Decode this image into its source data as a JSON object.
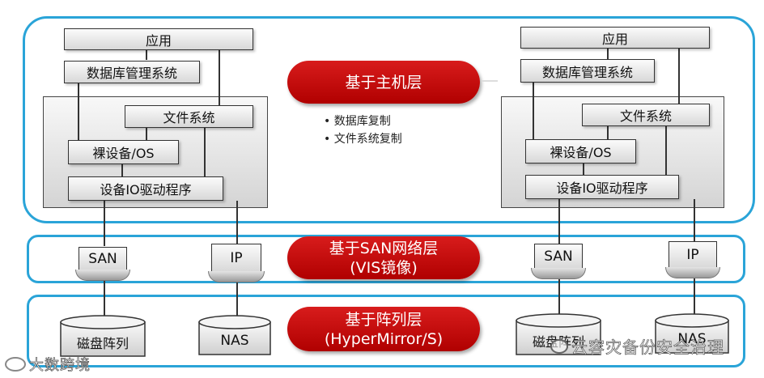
{
  "layers": {
    "host": {
      "label": "基于主机层"
    },
    "san": {
      "label_line1": "基于SAN网络层",
      "label_line2": "(VIS镜像)"
    },
    "array": {
      "label_line1": "基于阵列层",
      "label_line2": "(HyperMirror/S)"
    }
  },
  "host_bullets": [
    "数据库复制",
    "文件系统复制"
  ],
  "host_left": {
    "app": "应用",
    "dbms": "数据库管理系统",
    "fs": "文件系统",
    "raw": "裸设备/OS",
    "driver": "设备IO驱动程序"
  },
  "host_right": {
    "app": "应用",
    "dbms": "数据库管理系统",
    "fs": "文件系统",
    "raw": "裸设备/OS",
    "driver": "设备IO驱动程序"
  },
  "network": {
    "left_san": "SAN",
    "left_ip": "IP",
    "right_san": "SAN",
    "right_ip": "IP"
  },
  "storage": {
    "left_array": "磁盘阵列",
    "left_nas": "NAS",
    "right_array": "磁盘阵列",
    "right_nas": "NAS"
  },
  "watermarks": {
    "left": "大数跨境",
    "right": "云容灾备份安全治理"
  },
  "colors": {
    "band_border": "#2aa4d8",
    "pill": "#c00000"
  }
}
